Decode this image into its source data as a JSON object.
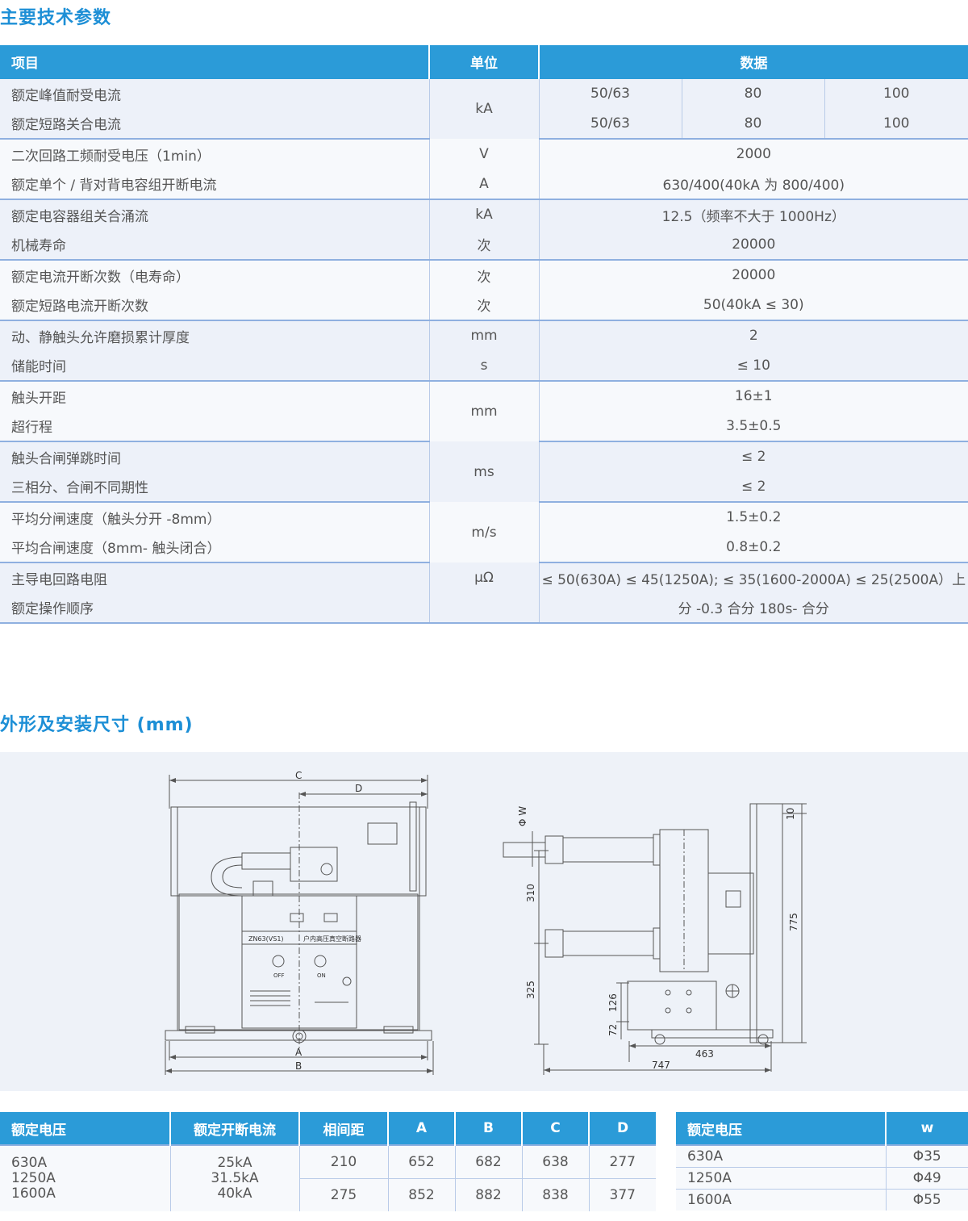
{
  "titles": {
    "specs": "主要技术参数",
    "dimensions": "外形及安装尺寸 (mm)"
  },
  "spec_table": {
    "headers": [
      "项目",
      "单位",
      "数据"
    ],
    "rows": [
      {
        "item": "额定峰值耐受电流",
        "unit": "kA",
        "values": [
          "50/63",
          "80",
          "100"
        ]
      },
      {
        "item": "额定短路关合电流",
        "unit": "",
        "values": [
          "50/63",
          "80",
          "100"
        ]
      },
      {
        "item": "二次回路工频耐受电压（1min）",
        "unit": "V",
        "values": [
          "2000"
        ]
      },
      {
        "item": "额定单个 / 背对背电容组开断电流",
        "unit": "A",
        "values": [
          "630/400(40kA 为 800/400)"
        ]
      },
      {
        "item": "额定电容器组关合涌流",
        "unit": "kA",
        "values": [
          "12.5（频率不大于 1000Hz）"
        ]
      },
      {
        "item": "机械寿命",
        "unit": "次",
        "values": [
          "20000"
        ]
      },
      {
        "item": "额定电流开断次数（电寿命）",
        "unit": "次",
        "values": [
          "20000"
        ]
      },
      {
        "item": "额定短路电流开断次数",
        "unit": "次",
        "values": [
          "50(40kA ≤ 30)"
        ]
      },
      {
        "item": "动、静触头允许磨损累计厚度",
        "unit": "mm",
        "values": [
          "2"
        ]
      },
      {
        "item": "储能时间",
        "unit": "s",
        "values": [
          "≤ 10"
        ]
      },
      {
        "item": "触头开距",
        "unit": "mm",
        "values": [
          "16±1"
        ]
      },
      {
        "item": "超行程",
        "unit": "",
        "values": [
          "3.5±0.5"
        ]
      },
      {
        "item": "触头合闸弹跳时间",
        "unit": "ms",
        "values": [
          "≤ 2"
        ]
      },
      {
        "item": "三相分、合闸不同期性",
        "unit": "",
        "values": [
          "≤ 2"
        ]
      },
      {
        "item": "平均分闸速度（触头分开 -8mm）",
        "unit": "m/s",
        "values": [
          "1.5±0.2"
        ]
      },
      {
        "item": "平均合闸速度（8mm- 触头闭合）",
        "unit": "",
        "values": [
          "0.8±0.2"
        ]
      },
      {
        "item": "主导电回路电阻",
        "unit": "μΩ",
        "values": [
          "≤ 50(630A) ≤ 45(1250A); ≤ 35(1600-2000A) ≤ 25(2500A）上"
        ]
      },
      {
        "item": "额定操作顺序",
        "unit": "",
        "values": [
          "分 -0.3 合分 180s- 合分"
        ]
      }
    ]
  },
  "drawing": {
    "front_labels": {
      "C": "C",
      "D": "D",
      "A": "A",
      "B": "B",
      "model": "ZN63(VS1)",
      "name": "户内高压真空断路器",
      "off": "OFF",
      "on": "ON"
    },
    "side_labels": {
      "w": "Φ W",
      "d310": "310",
      "d325": "325",
      "d126": "126",
      "d72": "72",
      "d463": "463",
      "d747": "747",
      "d10": "10",
      "d775": "775"
    }
  },
  "dim_table": {
    "headers": [
      "额定电压",
      "额定开断电流",
      "相间距",
      "A",
      "B",
      "C",
      "D"
    ],
    "voltages": [
      "630A",
      "1250A",
      "1600A"
    ],
    "currents": [
      "25kA",
      "31.5kA",
      "40kA"
    ],
    "rows": [
      {
        "pitch": "210",
        "A": "652",
        "B": "682",
        "C": "638",
        "D": "277"
      },
      {
        "pitch": "275",
        "A": "852",
        "B": "882",
        "C": "838",
        "D": "377"
      }
    ]
  },
  "w_table": {
    "headers": [
      "额定电压",
      "w"
    ],
    "rows": [
      {
        "voltage": "630A",
        "w": "Φ35"
      },
      {
        "voltage": "1250A",
        "w": "Φ49"
      },
      {
        "voltage": "1600A",
        "w": "Φ55"
      }
    ]
  }
}
